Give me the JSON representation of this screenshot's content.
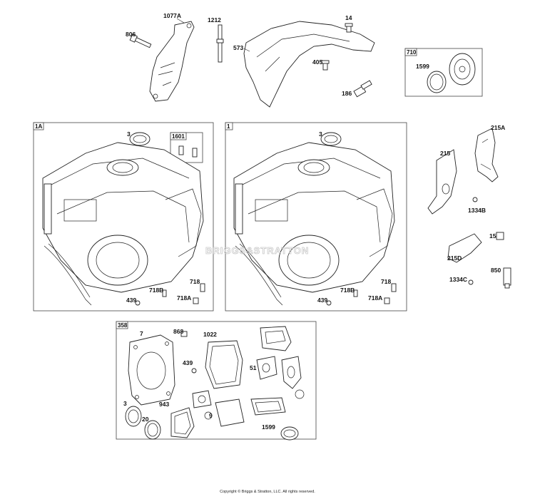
{
  "labels": {
    "l806": "806",
    "l1077A": "1077A",
    "l1212": "1212",
    "l14": "14",
    "l573": "573",
    "l405": "405",
    "l186": "186",
    "l1599top": "1599",
    "l3a": "3",
    "l3b": "3",
    "l718a": "718",
    "l718Ba": "718B",
    "l718Aa": "718A",
    "l439a": "439",
    "l718b": "718",
    "l718Bb": "718B",
    "l718Ab": "718A",
    "l439b": "439",
    "l215A": "215A",
    "l215": "215",
    "l1334B": "1334B",
    "l15": "15",
    "l215D": "215D",
    "l1334C": "1334C",
    "l850": "850",
    "l7": "7",
    "l868": "868",
    "l1022": "1022",
    "l439c": "439",
    "l51": "51",
    "l3c": "3",
    "l20": "20",
    "l943": "943",
    "l9": "9",
    "l1599bot": "1599"
  },
  "boxes": {
    "b710": "710",
    "b1A": "1A",
    "b1601": "1601",
    "b1": "1",
    "b358": "358"
  },
  "watermark": "BRIGGS&STRATTON",
  "copyright": "Copyright © Briggs & Stratton, LLC. All rights reserved."
}
